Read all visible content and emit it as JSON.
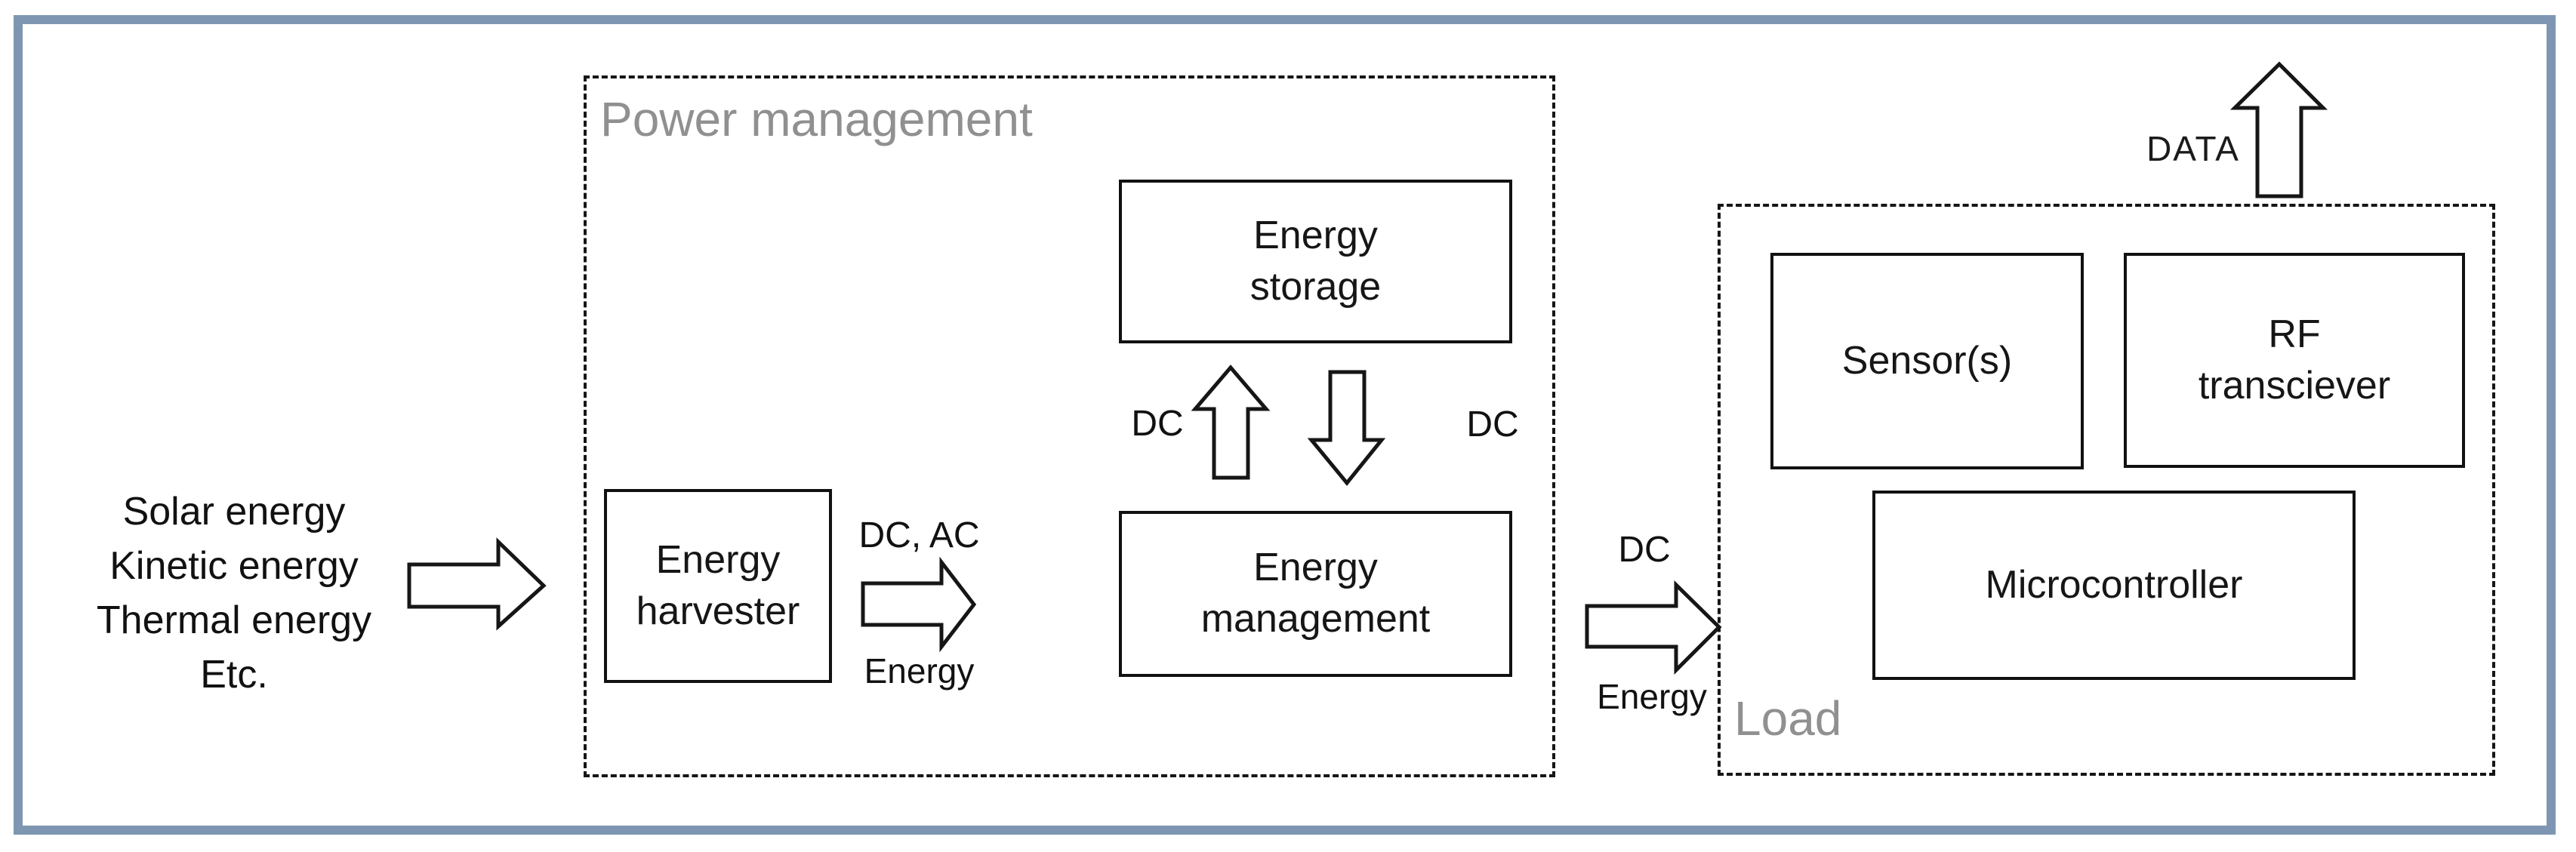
{
  "colors": {
    "frame": "#7e96b2",
    "group_label": "#909090",
    "line": "#161616"
  },
  "sources": {
    "lines": [
      "Solar energy",
      "Kinetic energy",
      "Thermal energy",
      "Etc."
    ]
  },
  "groups": {
    "power_management": {
      "label": "Power management"
    },
    "load": {
      "label": "Load"
    }
  },
  "blocks": {
    "energy_harvester": {
      "label": "Energy\nharvester"
    },
    "energy_storage": {
      "label": "Energy\nstorage"
    },
    "energy_management": {
      "label": "Energy\nmanagement"
    },
    "sensors": {
      "label": "Sensor(s)"
    },
    "rf_transciever": {
      "label": "RF\ntransciever"
    },
    "microcontroller": {
      "label": "Microcontroller"
    }
  },
  "arrow_labels": {
    "harvester_output_type": "DC, AC",
    "harvester_output_flow": "Energy",
    "storage_charge": "DC",
    "storage_discharge": "DC",
    "load_input_type": "DC",
    "load_input_flow": "Energy",
    "data_output": "DATA"
  }
}
